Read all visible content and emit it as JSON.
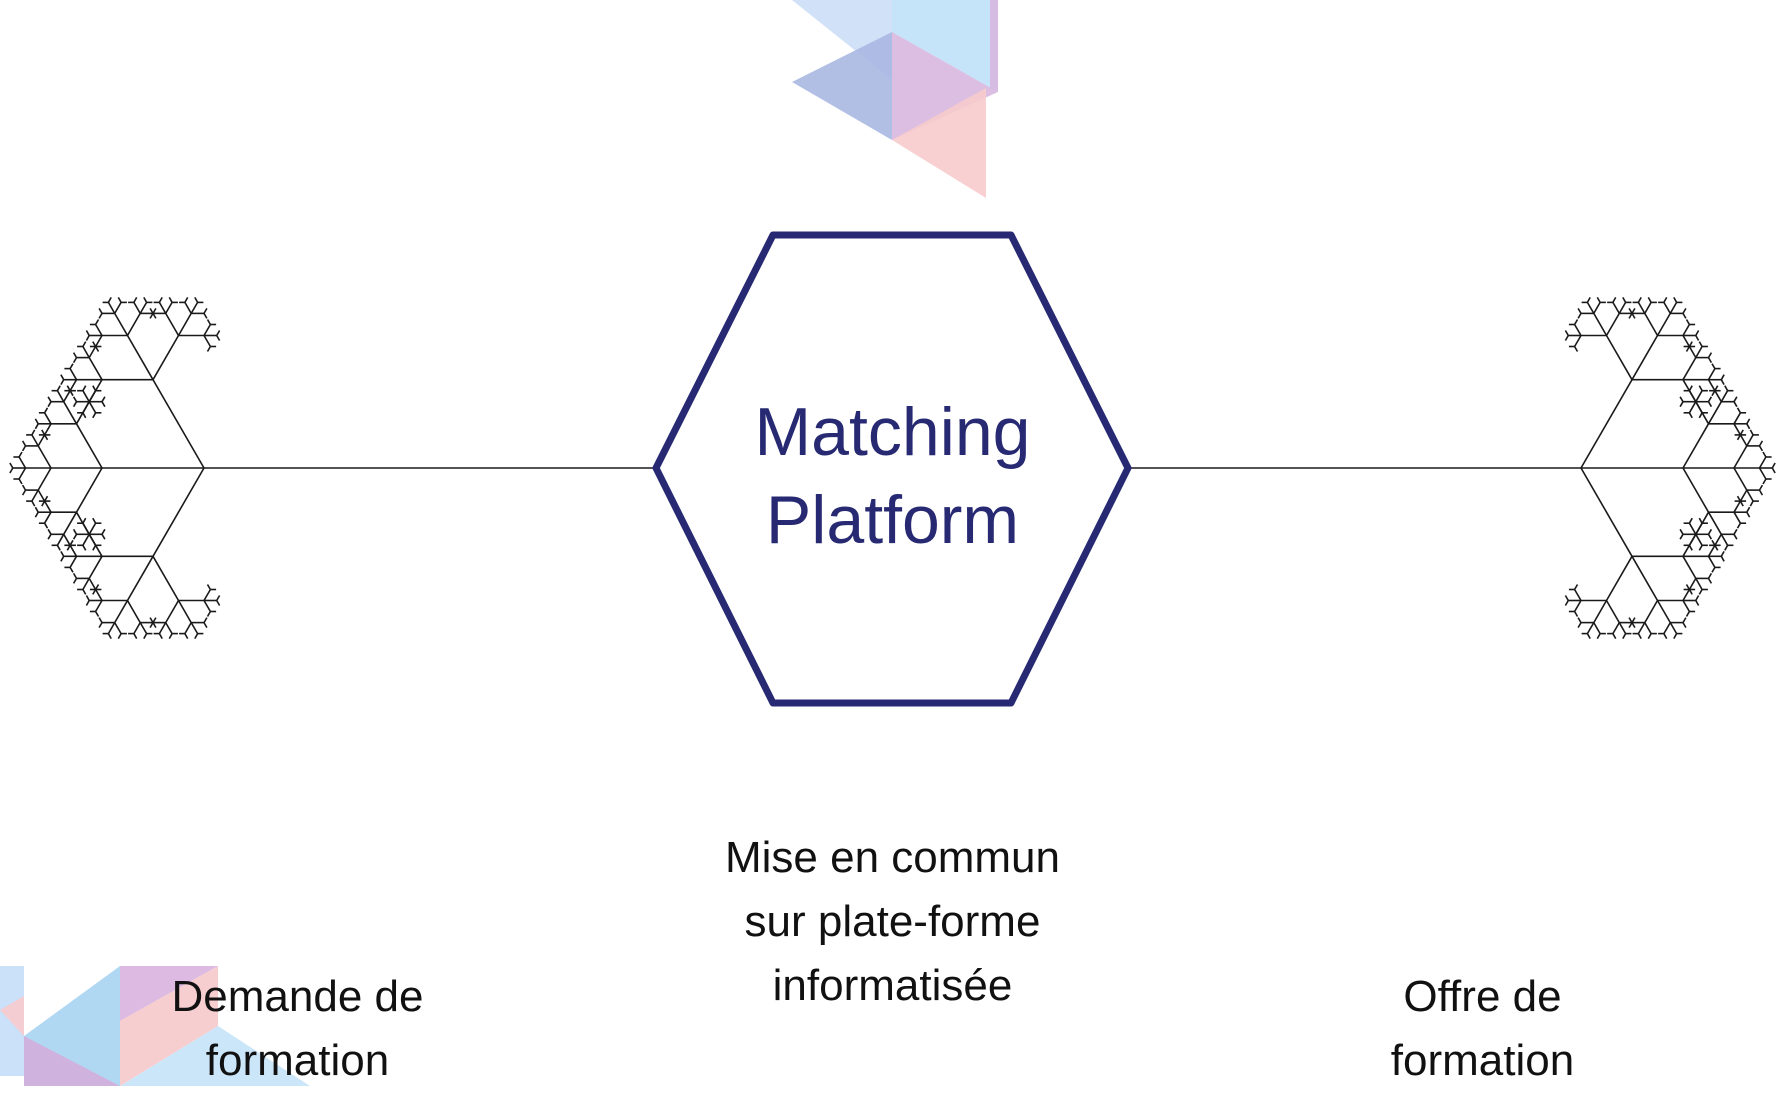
{
  "hub": {
    "title_line1": "Matching",
    "title_line2": "Platform",
    "stroke_color": "#272a72"
  },
  "center_caption": {
    "line1": "Mise en commun",
    "line2": "sur plate-forme",
    "line3": "informatisée"
  },
  "left_node": {
    "line1": "Demande de",
    "line2": "formation"
  },
  "right_node": {
    "line1": "Offre de",
    "line2": "formation"
  },
  "decoration_colors": [
    "#b9d3f3",
    "#a9b8e0",
    "#d6aedc",
    "#f6c6c8",
    "#a8d6f3"
  ]
}
